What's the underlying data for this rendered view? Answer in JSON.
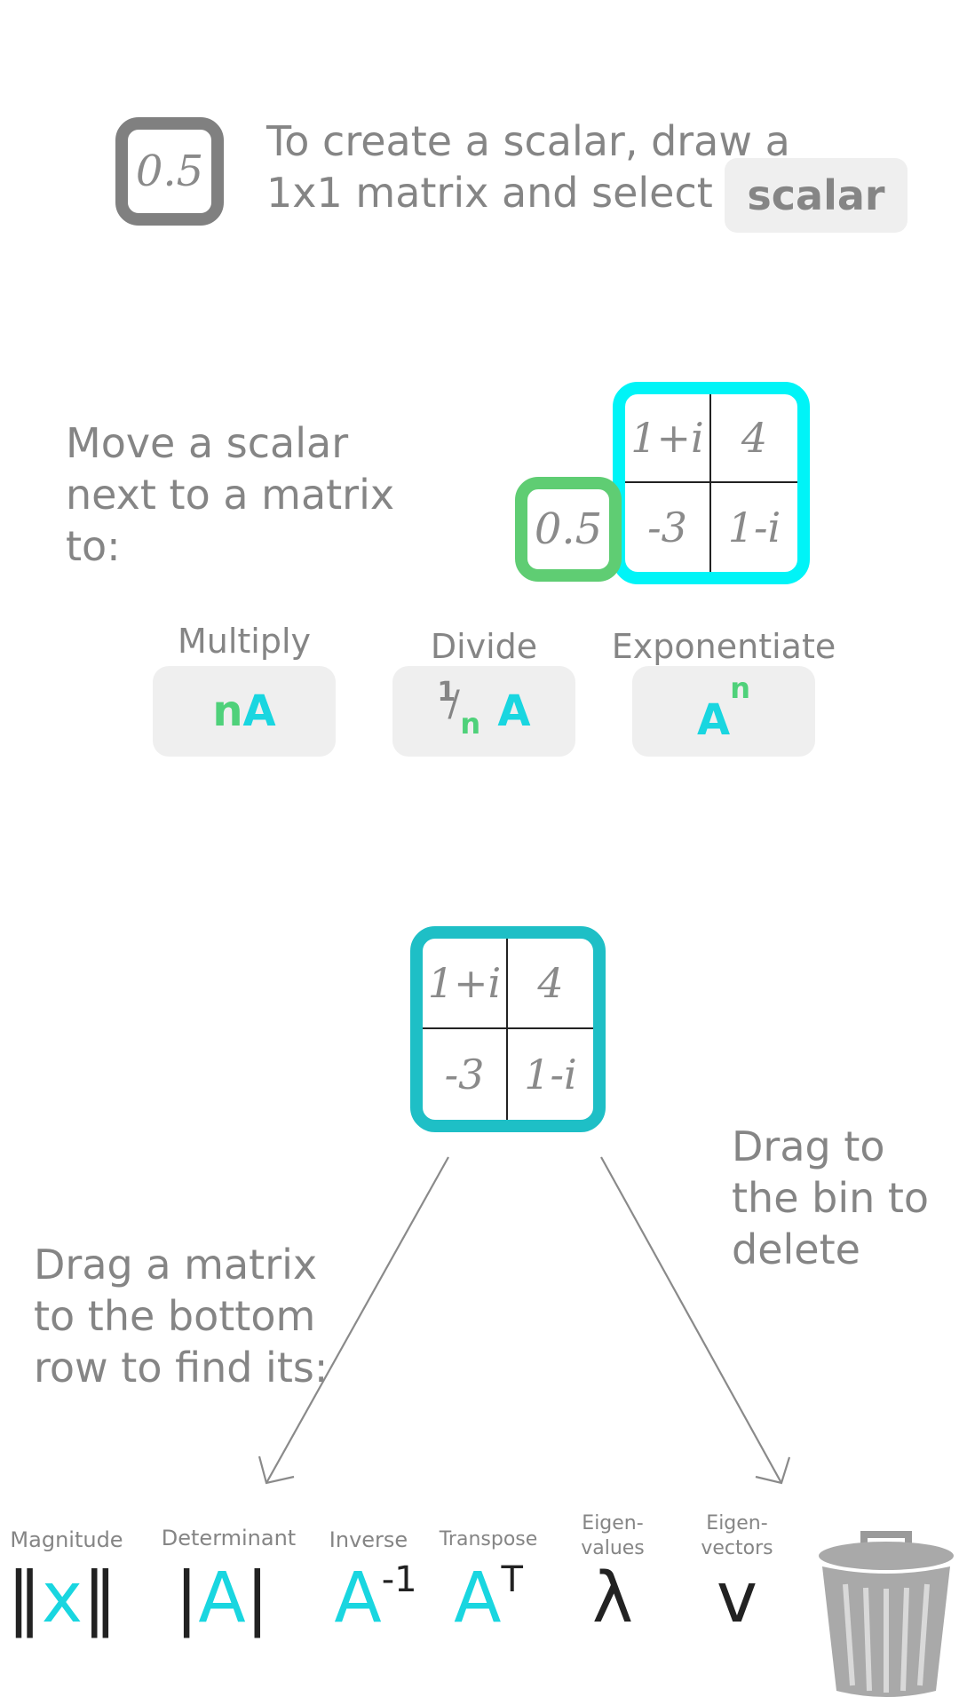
{
  "scalar_section": {
    "demo_value": "0.5",
    "instruction_line1": "To create a scalar, draw a",
    "instruction_line2": "1x1 matrix and select",
    "button_label": "scalar"
  },
  "move_section": {
    "instruction": "Move a scalar next to a matrix to:",
    "scalar_value": "0.5",
    "matrix": [
      "1+i",
      "4",
      "-3",
      "1-i"
    ],
    "operations": [
      {
        "label": "Multiply",
        "n": "n",
        "A": "A"
      },
      {
        "label": "Divide",
        "one": "1",
        "slash": "/",
        "n": "n",
        "A": "A"
      },
      {
        "label": "Exponentiate",
        "A": "A",
        "n": "n"
      }
    ]
  },
  "drag_section": {
    "matrix": [
      "1+i",
      "4",
      "-3",
      "1-i"
    ],
    "to_bottom_text": "Drag a matrix to the bottom row to find its:",
    "to_bin_text": "Drag to the bin to delete"
  },
  "bottom_row": [
    {
      "label": "Magnitude",
      "symbol_left": "‖",
      "symbol_mid": "x",
      "symbol_right": "‖"
    },
    {
      "label": "Determinant",
      "symbol_left": "|",
      "symbol_mid": "A",
      "symbol_right": "|"
    },
    {
      "label": "Inverse",
      "symbol": "A",
      "sup": "-1"
    },
    {
      "label": "Transpose",
      "symbol": "A",
      "sup": "T"
    },
    {
      "label_line1": "Eigen-",
      "label_line2": "values",
      "symbol": "λ"
    },
    {
      "label_line1": "Eigen-",
      "label_line2": "vectors",
      "symbol": "v"
    }
  ],
  "icons": {
    "bin": "trash-bin-icon",
    "arrow_left": "arrow-down-left-icon",
    "arrow_right": "arrow-down-right-icon"
  },
  "colors": {
    "green": "#5fcd73",
    "cyan": "#00f4f7",
    "teal": "#1ebfc6",
    "gray": "#858585",
    "button_bg": "#efefef"
  }
}
